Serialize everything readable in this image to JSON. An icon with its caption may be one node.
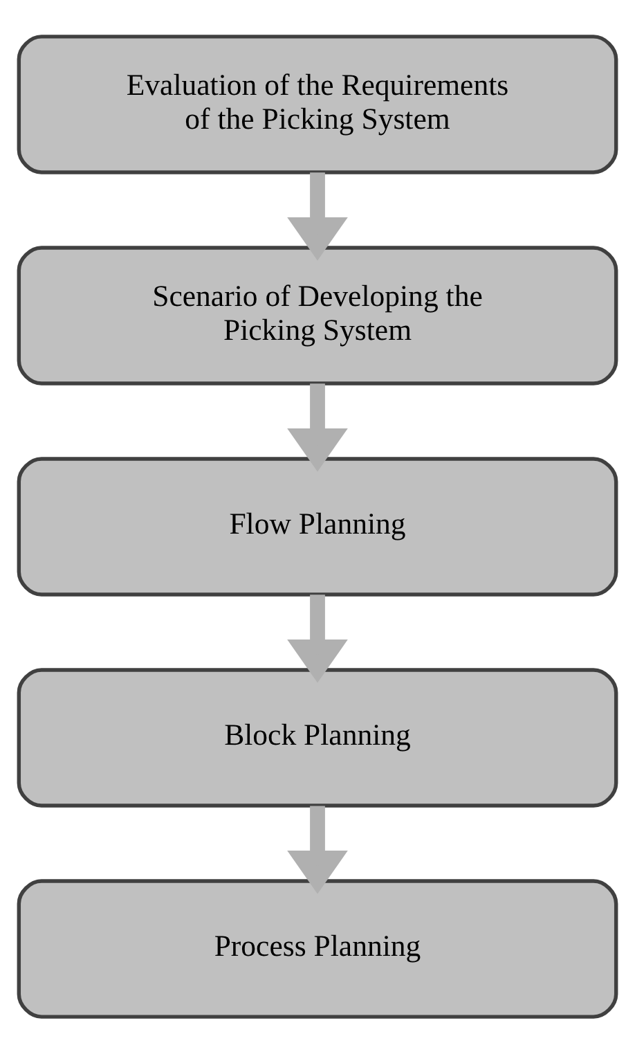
{
  "diagram": {
    "nodes": [
      {
        "text": [
          "Evaluation of the Requirements of the Picking System"
        ]
      },
      {
        "text": [
          "Scenario of Developing the Picking System"
        ]
      },
      {
        "text": [
          "Flow Planning"
        ]
      },
      {
        "text": [
          "Block Planning"
        ]
      },
      {
        "text": [
          "Process Planning"
        ]
      }
    ],
    "edges": [
      {
        "from": 0,
        "to": 1,
        "arrow": "to"
      },
      {
        "from": 1,
        "to": 2,
        "arrow": "to"
      },
      {
        "from": 2,
        "to": 3,
        "arrow": "to"
      },
      {
        "from": 3,
        "to": 4,
        "arrow": "to"
      }
    ]
  }
}
